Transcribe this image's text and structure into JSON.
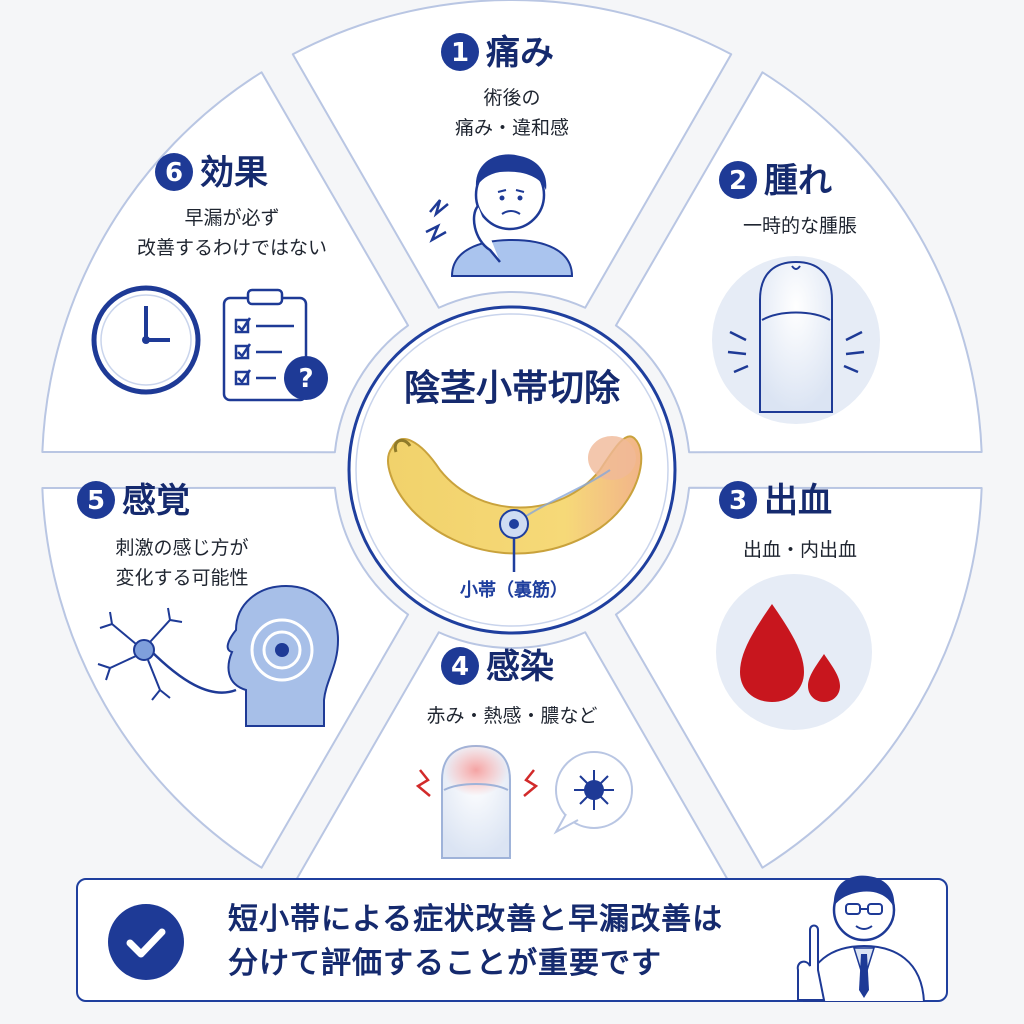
{
  "center": {
    "title": "陰茎小帯切除",
    "label": "小帯（裏筋）"
  },
  "segments": [
    {
      "number": "1",
      "title": "痛み",
      "lines": [
        "術後の",
        "痛み・違和感"
      ],
      "icon": "pain-face-icon"
    },
    {
      "number": "2",
      "title": "腫れ",
      "lines": [
        "一時的な腫脹"
      ],
      "icon": "swelling-icon"
    },
    {
      "number": "3",
      "title": "出血",
      "lines": [
        "出血・内出血"
      ],
      "icon": "blood-drop-icon"
    },
    {
      "number": "4",
      "title": "感染",
      "lines": [
        "赤み・熱感・膿など"
      ],
      "icon": "infection-icon"
    },
    {
      "number": "5",
      "title": "感覚",
      "lines": [
        "刺激の感じ方が",
        "変化する可能性"
      ],
      "icon": "nerve-head-icon"
    },
    {
      "number": "6",
      "title": "効果",
      "lines": [
        "早漏が必ず",
        "改善するわけではない"
      ],
      "icon": "clock-checklist-icon"
    }
  ],
  "bottom": {
    "lines": [
      "短小帯による症状改善と早漏改善は",
      "分けて評価することが重要です"
    ],
    "icon": "check-icon"
  },
  "colors": {
    "navy": "#1e3a96",
    "title": "#152a6e",
    "border": "#b9c6e3",
    "blood": "#c8161e",
    "banana": "#f3d36a",
    "pale_blue": "#e6ecf6"
  }
}
